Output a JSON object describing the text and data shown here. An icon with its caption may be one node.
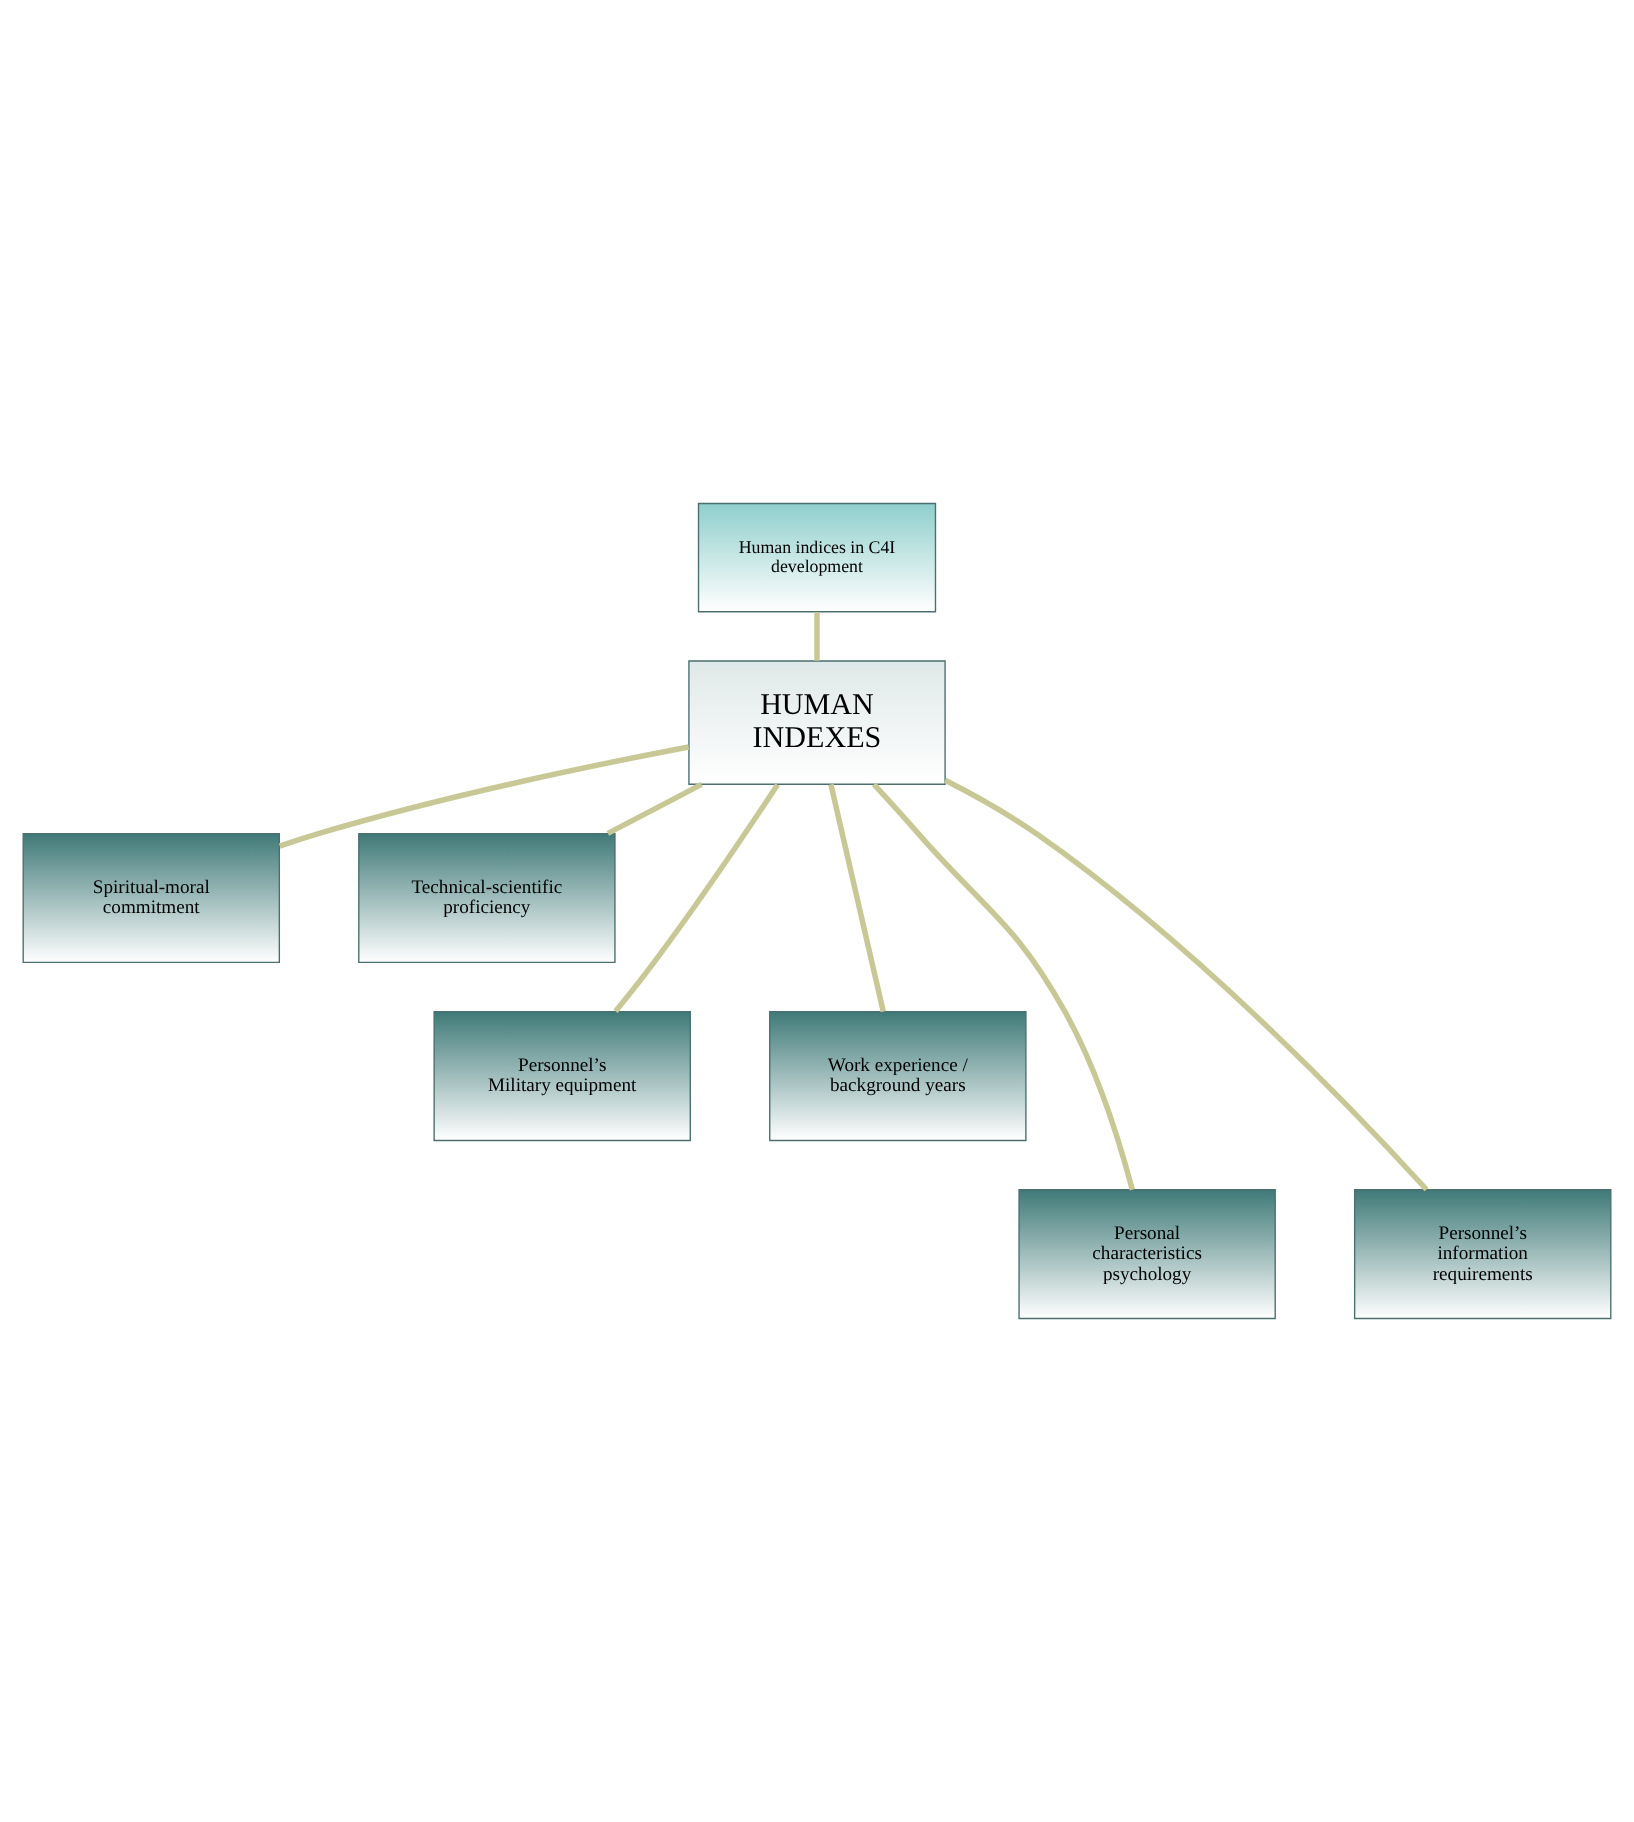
{
  "diagram": {
    "nodes": [
      {
        "text": [
          "Human indices in C4I development"
        ]
      },
      {
        "text": [
          "HUMAN INDEXES"
        ]
      },
      {
        "text": [
          "Spiritual-moral commitment"
        ]
      },
      {
        "text": [
          "Technical-scientific proficiency"
        ]
      },
      {
        "text": [
          "Personnel’s Military equipment"
        ]
      },
      {
        "text": [
          "Work experience / background years"
        ]
      },
      {
        "text": [
          "Personal characteristics psychology"
        ]
      },
      {
        "text": [
          "Personnel’s information requirements"
        ]
      }
    ],
    "edges": [
      {
        "from": 0,
        "to": 1,
        "arrow": "none"
      },
      {
        "from": 1,
        "to": 2,
        "arrow": "none"
      },
      {
        "from": 1,
        "to": 3,
        "arrow": "none"
      },
      {
        "from": 1,
        "to": 4,
        "arrow": "none"
      },
      {
        "from": 1,
        "to": 5,
        "arrow": "none"
      },
      {
        "from": 1,
        "to": 6,
        "arrow": "none"
      },
      {
        "from": 1,
        "to": 7,
        "arrow": "none"
      }
    ]
  }
}
